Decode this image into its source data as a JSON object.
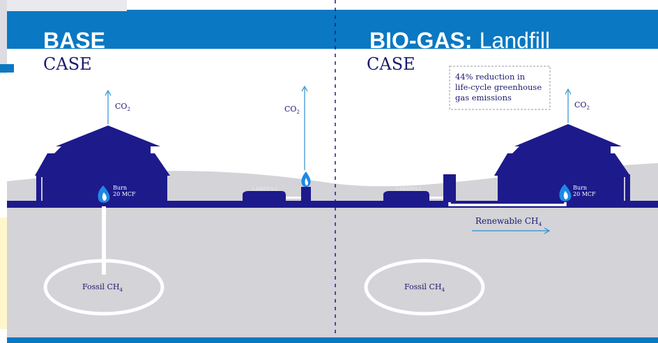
{
  "left_panel": {
    "title_bold": "BASE",
    "title_sub": "CASE",
    "house_co2": "CO",
    "house_co2_sub": "2",
    "flare_co2": "CO",
    "flare_co2_sub": "2",
    "burn_line1": "Burn",
    "burn_line2": "20 MCF",
    "landfill_label": "LANDFILL",
    "reservoir_label": "Fossil CH",
    "reservoir_label_sub": "4"
  },
  "right_panel": {
    "title_bold": "BIO-GAS:",
    "title_light": "Landfill",
    "title_sub": "CASE",
    "reduction_note": [
      "44% reduction in",
      "life-cycle greenhouse",
      "gas emissions"
    ],
    "house_co2": "CO",
    "house_co2_sub": "2",
    "burn_line1": "Burn",
    "burn_line2": "20 MCF",
    "landfill_label": "LANDFILL",
    "renewable_label": "Renewable CH",
    "renewable_label_sub": "4",
    "reservoir_label": "Fossil CH",
    "reservoir_label_sub": "4"
  },
  "colors": {
    "banner_blue": "#0a78c2",
    "navy": "#1d1a8c",
    "ground_gray": "#d3d3d8",
    "arrow_blue": "#2a8fcf",
    "flame_blue": "#1e88e5"
  }
}
